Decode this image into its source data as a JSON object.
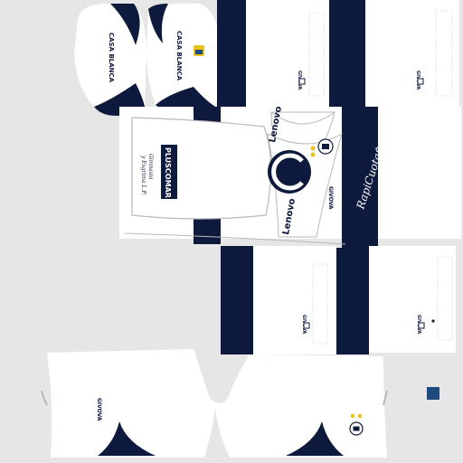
{
  "texture": {
    "colors": {
      "background": "#e6e6e6",
      "kit_white": "#ffffff",
      "navy": "#0e1a3d",
      "trim_gray": "#b9b9b9",
      "swatch": "#1f4a80",
      "badge_gold": "#e9c21d"
    },
    "sleeves": {
      "sponsor": "CASA BLANCA",
      "brand": "GIVOVA"
    },
    "front": {
      "sponsor_main": "Lenovo",
      "sponsor_secondary": "RapiCuota$",
      "brand": "GIVOVA",
      "crest_letter": "C"
    },
    "back": {
      "name_plate": "PLUSCOMAR",
      "script_line_1": "Gimnasia",
      "script_line_2": "y Esgrima L.P."
    },
    "shorts": {
      "brand": "GIVOVA"
    },
    "icons": [
      "crest-icon",
      "brand-logo-icon",
      "star-icon"
    ]
  }
}
